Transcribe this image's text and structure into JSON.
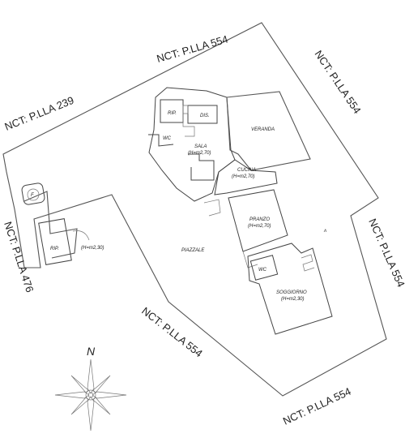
{
  "boundary_labels": {
    "top": "NCT: P.LLA 554",
    "top_right": "NCT: P.LLA 554",
    "top_left": "NCT: P.LLA 239",
    "left": "NCT: P.LLA 476",
    "right": "NCT: P.LLA 554",
    "center_bottom": "NCT: P.LLA 554",
    "bottom_right": "NCT: P.LLA 554"
  },
  "rooms": {
    "rip_top": "RIP.",
    "dis": "DIS.",
    "wc_top": "WC",
    "sala": "SALA",
    "sala_height": "(H=m2,70)",
    "veranda": "VERANDA",
    "cucina": "CUCINA",
    "cucina_height": "(H=m2,70)",
    "pranzo": "PRANZO",
    "pranzo_height": "(H=m2,70)",
    "piazzale": "PIAZZALE",
    "wc_bottom": "WC",
    "soggiorno": "SOGGIORNO",
    "soggiorno_height": "(H=m2,30)",
    "rip_left": "RIP.",
    "rip_left_height": "(H=m2,30)",
    "f": "F"
  },
  "compass": {
    "north": "N"
  }
}
